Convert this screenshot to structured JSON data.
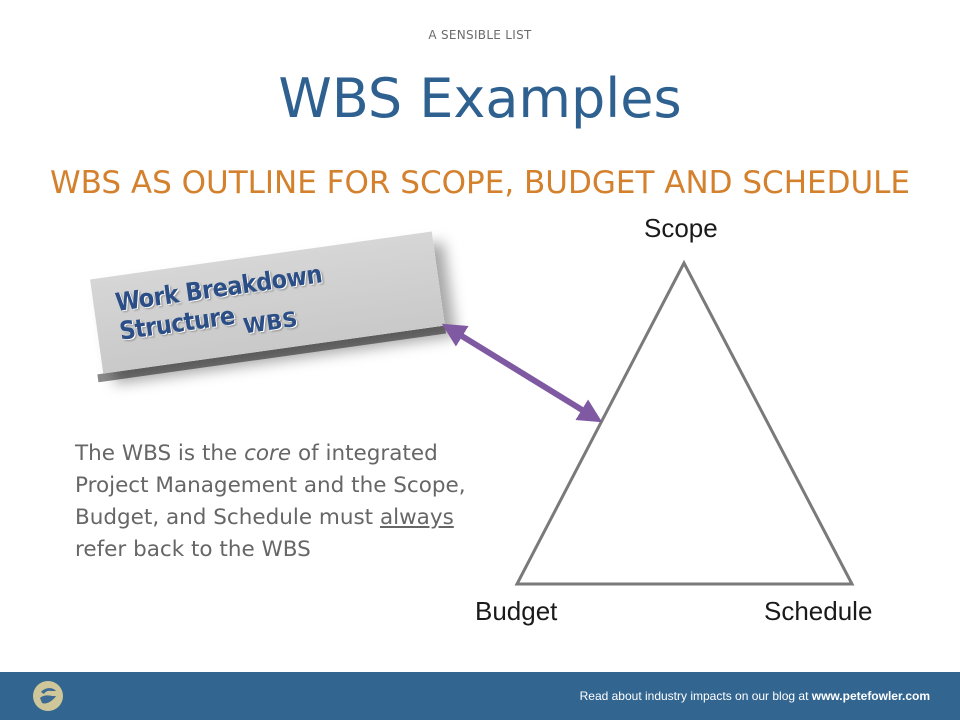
{
  "slide": {
    "kicker": "A SENSIBLE LIST",
    "title": "WBS Examples",
    "subtitle": "WBS AS OUTLINE FOR SCOPE, BUDGET AND SCHEDULE"
  },
  "wbs_block": {
    "line1": "Work Breakdown Structure",
    "line2": "WBS"
  },
  "body": {
    "part1": "The WBS is the ",
    "emphasis": "core",
    "part2": " of integrated Project Management and the Scope, Budget, and Schedule must ",
    "underlined": "always",
    "part3": " refer back to the WBS"
  },
  "triangle": {
    "top_label": "Scope",
    "left_label": "Budget",
    "right_label": "Schedule"
  },
  "footer": {
    "text": "Read about industry impacts on our blog at ",
    "link": "www.petefowler.com"
  },
  "colors": {
    "title": "#2f6190",
    "subtitle": "#d4812e",
    "arrow": "#7f5aa2",
    "footer_bg": "#326590"
  }
}
